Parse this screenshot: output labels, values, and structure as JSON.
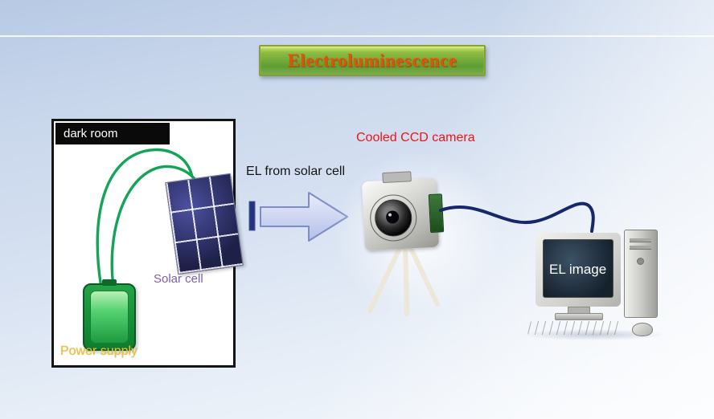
{
  "slide": {
    "title": "Electroluminescence"
  },
  "dark_room": {
    "header": "dark room",
    "solar_cell_label": "Solar cell",
    "power_supply_label": "Power supply"
  },
  "flow": {
    "el_arrow_label": "EL from solar cell"
  },
  "camera": {
    "label": "Cooled CCD camera"
  },
  "computer": {
    "screen_label": "EL image"
  },
  "icons": {
    "flow_arrow": "right-block-arrow",
    "wires": "green-power-wires",
    "cable": "camera-to-computer-cable"
  },
  "colors": {
    "title_text": "#e8500a",
    "title_border": "#86a036",
    "title_box_top": "#d4e766",
    "title_box_bottom": "#5e9e33",
    "camera_label": "#ee1414",
    "solar_cell_label": "#7b5fb0",
    "power_supply_label": "#e9c53a",
    "wire_green": "#13a457",
    "cable_navy": "#17276b",
    "arrow_fill_top": "#e9edfa",
    "arrow_fill_bottom": "#b3bfe9",
    "arrow_border": "#7d8cc4",
    "arrow_bar": "#24357e"
  }
}
